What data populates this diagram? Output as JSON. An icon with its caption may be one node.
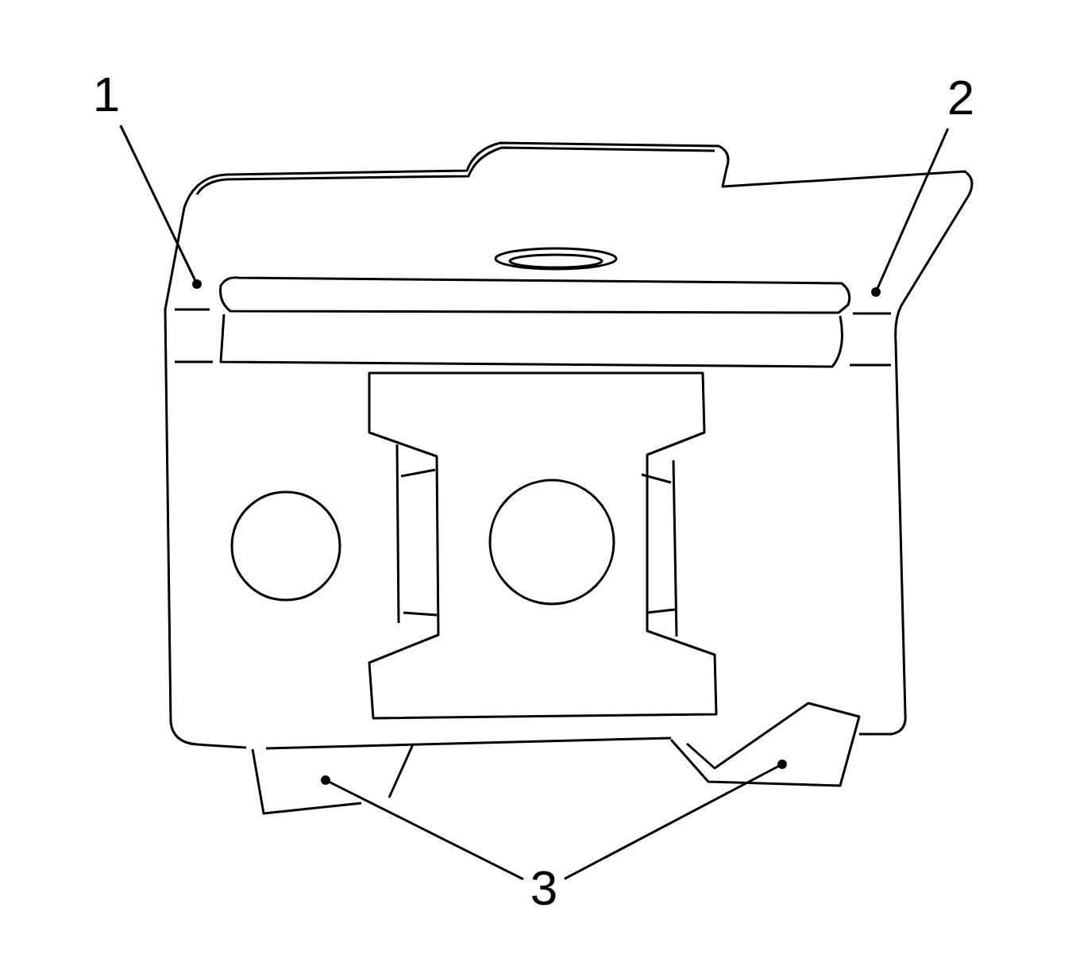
{
  "diagram": {
    "nodes": [
      {
        "text": [
          "1"
        ]
      },
      {
        "text": [
          "2"
        ]
      },
      {
        "text": [
          "3"
        ]
      }
    ],
    "edges": [
      {
        "from": 0,
        "to": null,
        "arrow": "other"
      },
      {
        "from": 1,
        "to": null,
        "arrow": "other"
      },
      {
        "from": 2,
        "to": null,
        "arrow": "other"
      },
      {
        "from": 2,
        "to": null,
        "arrow": "other"
      }
    ]
  }
}
